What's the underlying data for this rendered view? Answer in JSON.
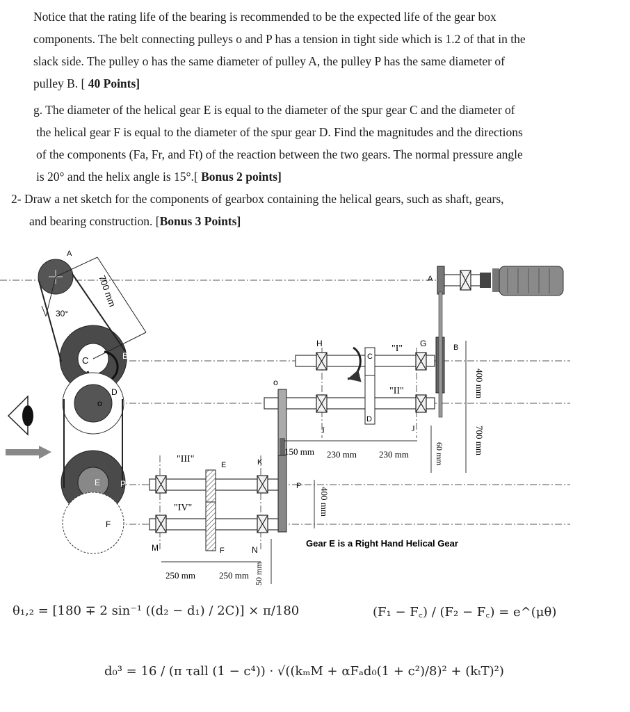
{
  "text": {
    "p1_l1": "Notice that the rating life of the bearing is recommended to be the expected life of the gear box",
    "p1_l2": "components. The belt connecting pulleys o and P has a tension in tight side which is 1.2 of that in the",
    "p1_l3": "slack side. The pulley o has the same diameter of pulley A, the pulley P has the same diameter of",
    "p1_l4a": "pulley B. [",
    "p1_l4b": " 40 Points]",
    "g_l1": "g.  The diameter of the helical gear E is equal to the diameter of the spur gear C and the diameter of",
    "g_l2": "the helical gear F is equal to the diameter of the spur gear D. Find the magnitudes and the directions",
    "g_l3": "of the components (Fa, Fr, and Ft) of the reaction between the two gears. The normal pressure angle",
    "g_l4a": "is 20° and the helix angle is 15°.[",
    "g_l4b": " Bonus 2 points]",
    "q2_l1": "2-  Draw a net sketch for the components of gearbox containing the helical gears, such as shaft, gears,",
    "q2_l2a": "and bearing construction. [",
    "q2_l2b": "Bonus 3 Points]"
  },
  "diagram": {
    "label_A_top": "A",
    "label_A_right": "A",
    "label_700_belt": "700 mm",
    "label_30deg": "30°",
    "label_C": "C",
    "label_B_left": "B",
    "label_D_left": "D",
    "label_o_pulley": "o",
    "label_E_left": "E",
    "label_P_left": "P",
    "label_F_left": "F",
    "label_H": "H",
    "label_I_shaft": "\"I\"",
    "label_G": "G",
    "label_B_right": "B",
    "label_C_gear": "C",
    "label_II_shaft": "\"II\"",
    "label_o_upper": "o",
    "label_I": "I",
    "label_D_gear": "D",
    "label_J": "J",
    "label_400_right": "400 mm",
    "label_700_right": "700 mm",
    "label_150": "150 mm",
    "label_230a": "230 mm",
    "label_230b": "230 mm",
    "label_60": "60 mm",
    "label_III_shaft": "\"III\"",
    "label_E_gear": "E",
    "label_K": "K",
    "label_P_right": "P",
    "label_400_mid": "400 mm",
    "label_IV_shaft": "\"IV\"",
    "label_M": "M",
    "label_F_gear": "F",
    "label_N": "N",
    "label_250a": "250 mm",
    "label_250b": "250 mm",
    "label_50": "50 mm",
    "gear_note": "Gear E is a Right Hand Helical Gear"
  },
  "formulas": {
    "theta_lhs": "θ₁,₂ =",
    "theta_rhs": "[180 ∓ 2 sin⁻¹ ((d₂ − d₁) / 2C)] × π/180",
    "belt_lhs": "(F₁ − F꜀) / (F₂ − F꜀)",
    "belt_rhs": "= e^(μθ)",
    "shaft_lhs": "d₀³ =",
    "shaft_rhs": "16 / (π τall (1 − c⁴)) · √((kₘM + αFₐd₀(1 + c²)/8)² + (kₜT)²)"
  }
}
